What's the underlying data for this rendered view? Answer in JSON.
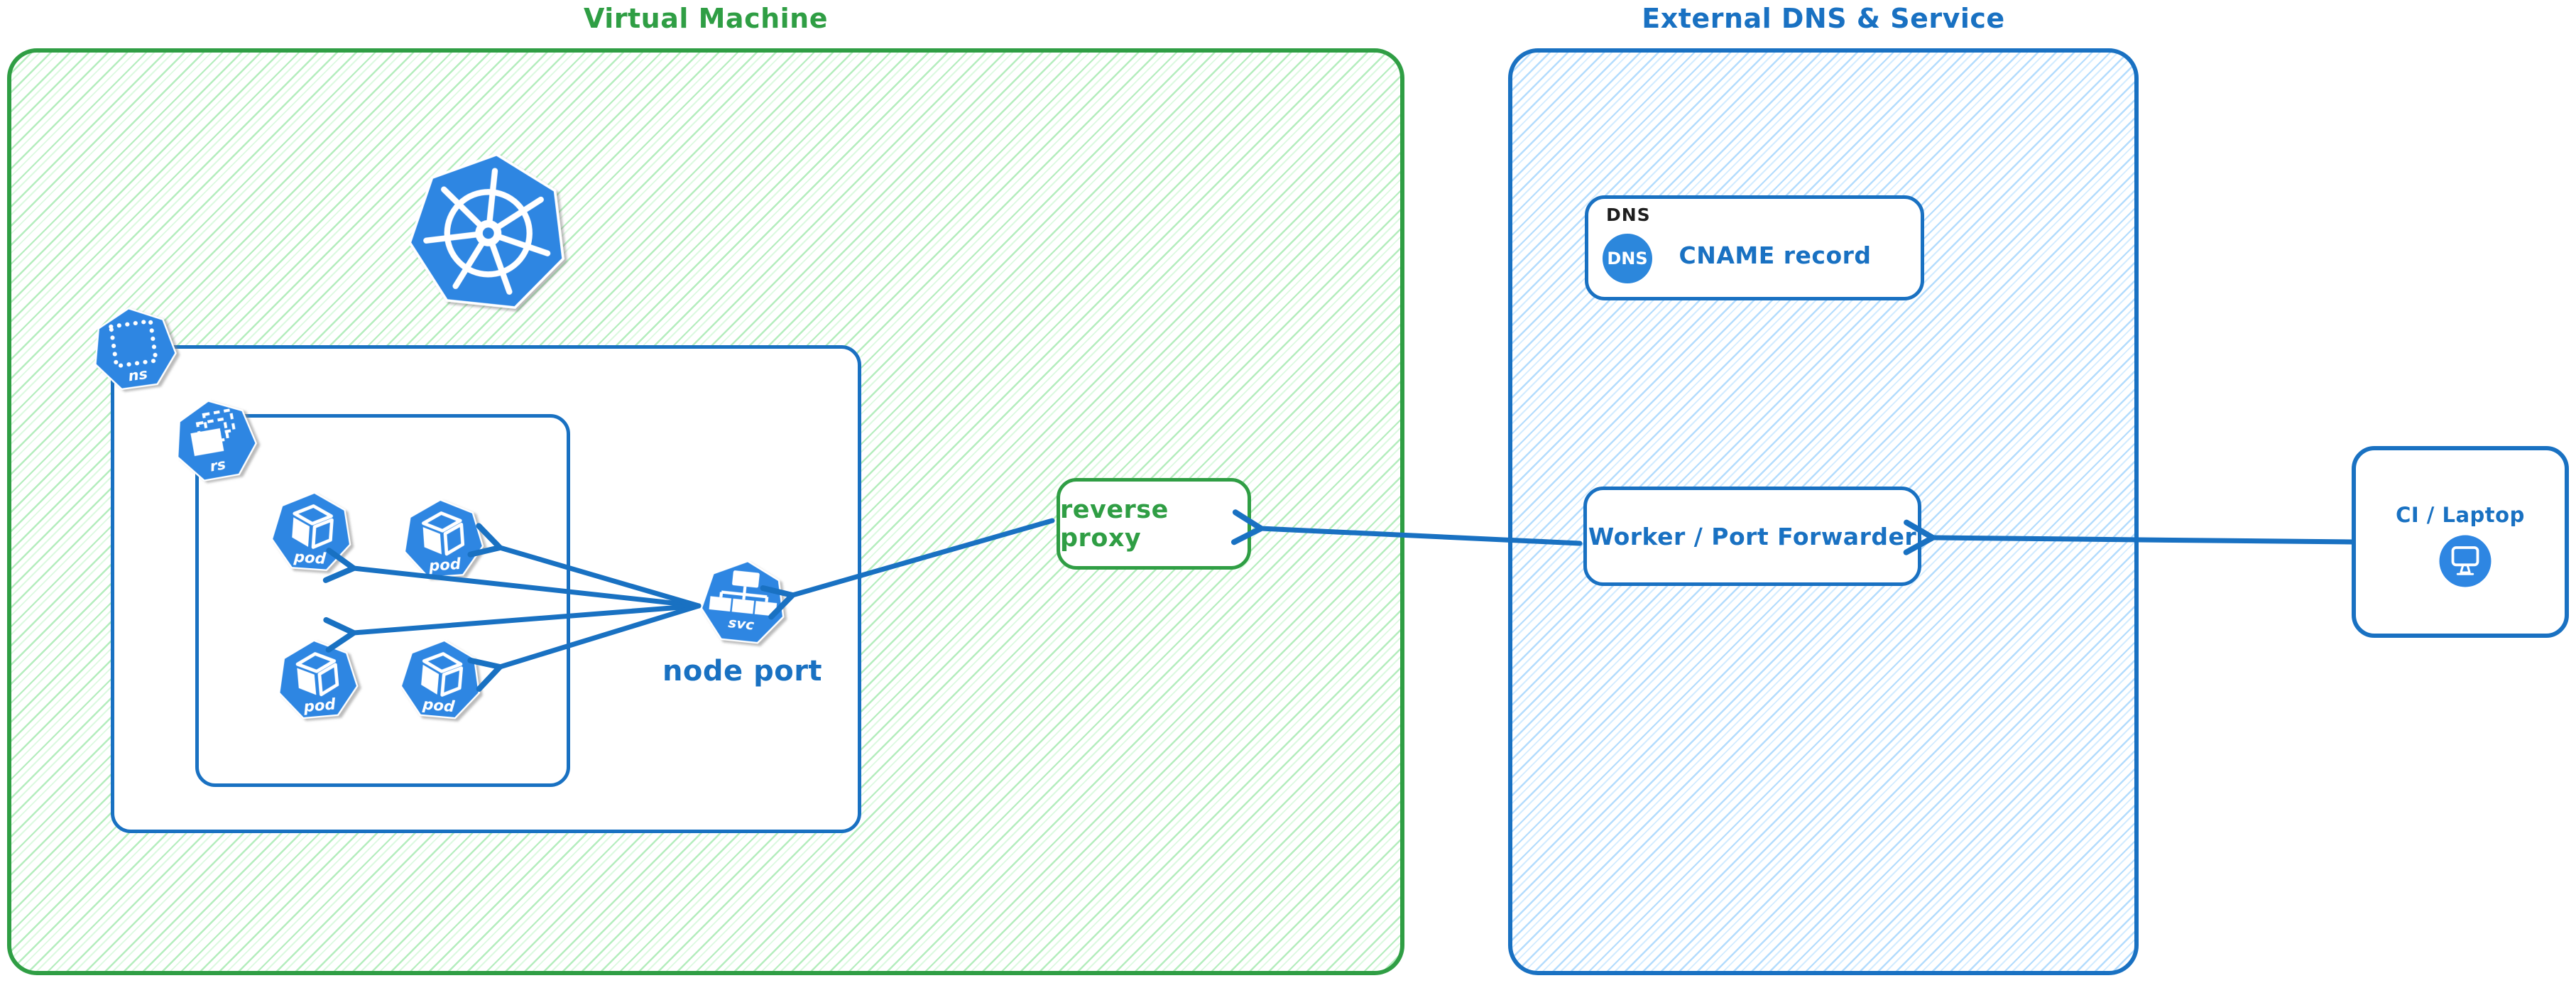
{
  "diagram": {
    "vm_title": "Virtual Machine",
    "external_title": "External DNS & Service",
    "node_port_label": "node port",
    "reverse_proxy_label": "reverse proxy",
    "dns_tag": "DNS",
    "dns_icon_text": "DNS",
    "cname_label": "CNAME record",
    "worker_label": "Worker / Port Forwarder",
    "client_label": "CI / Laptop",
    "badges": {
      "namespace": "ns",
      "replicaset": "rs",
      "service": "svc"
    },
    "pods": [
      {
        "label": "pod"
      },
      {
        "label": "pod"
      },
      {
        "label": "pod"
      },
      {
        "label": "pod"
      }
    ]
  },
  "colors": {
    "green_stroke": "#2f9e44",
    "green_hatch": "#b2f2bb",
    "blue_stroke": "#1971c2",
    "blue_hatch": "#a5d8ff",
    "icon_blue": "#2e86e2",
    "dns_circle_blue": "#2c87dc",
    "black_text": "#1e1e1e"
  }
}
